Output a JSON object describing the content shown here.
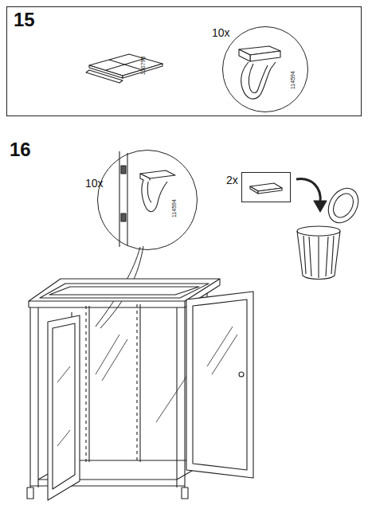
{
  "diagram": {
    "nodes": [
      {
        "text": [
          "15"
        ]
      },
      {
        "text": [
          "10x",
          "114594"
        ],
        "in": 0
      },
      {
        "text": [
          "10x",
          "114594"
        ]
      },
      {
        "text": [
          "2x"
        ]
      }
    ],
    "labels": [
      "130790",
      "16"
    ]
  }
}
